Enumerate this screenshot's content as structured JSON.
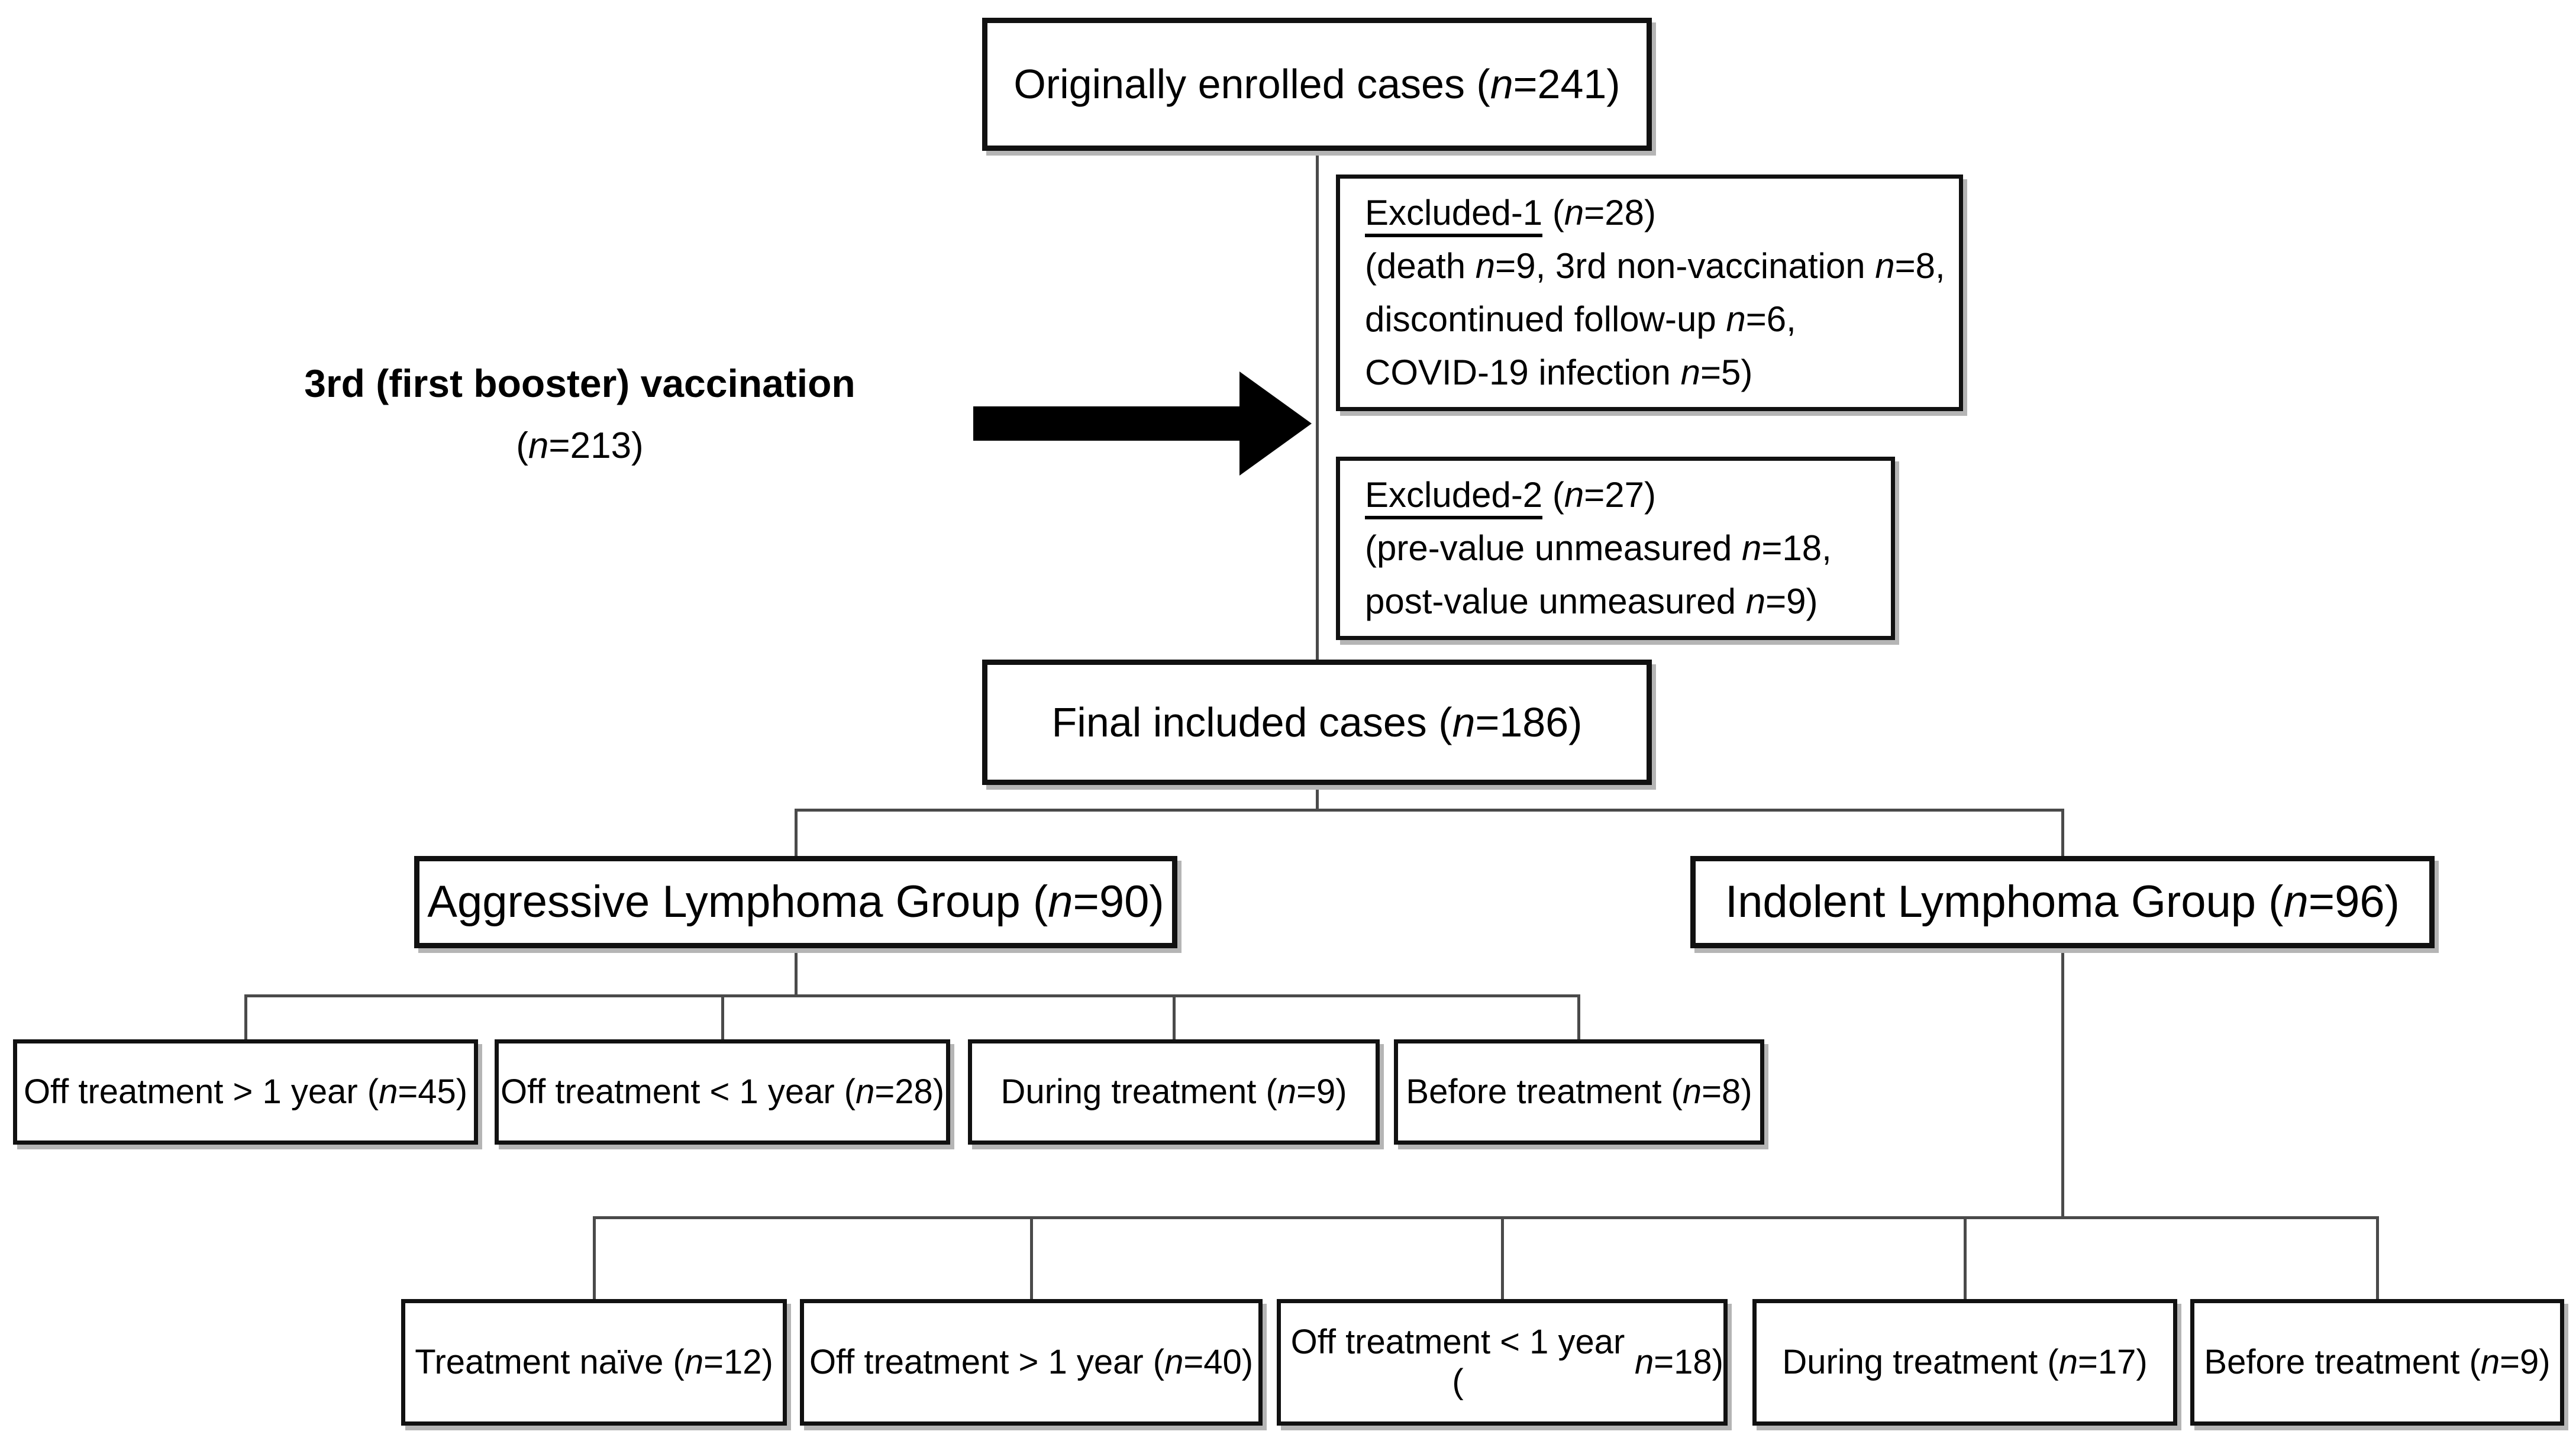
{
  "figure": {
    "side_label": {
      "title": "3rd (first booster) vaccination",
      "count": "(n=213)"
    },
    "boxes": {
      "top": "Originally enrolled cases (n=241)",
      "final": "Final included cases (n=186)",
      "aggressive": "Aggressive Lymphoma Group (n=90)",
      "indolent": "Indolent Lymphoma Group (n=96)"
    },
    "excluded1": {
      "heading": "Excluded-1",
      "rest": " (n=28)",
      "lines": [
        "(death n=9, 3rd non-vaccination n=8,",
        "discontinued follow-up n=6,",
        "COVID-19 infection n=5)"
      ]
    },
    "excluded2": {
      "heading": "Excluded-2",
      "rest": " (n=27)",
      "lines": [
        "(pre-value unmeasured n=18,",
        "post-value unmeasured n=9)"
      ]
    },
    "aggressive_children": [
      "Off treatment > 1 year (n=45)",
      "Off treatment < 1 year (n=28)",
      "During treatment (n=9)",
      "Before treatment (n=8)"
    ],
    "indolent_children": [
      "Treatment naïve (n=12)",
      "Off treatment > 1 year (n=40)",
      "Off treatment < 1 year (n=18)",
      "During treatment (n=17)",
      "Before treatment (n=9)"
    ],
    "colors": {
      "background": "#ffffff",
      "box_border": "#111111",
      "connector": "#4a4a4a",
      "text": "#000000"
    }
  }
}
